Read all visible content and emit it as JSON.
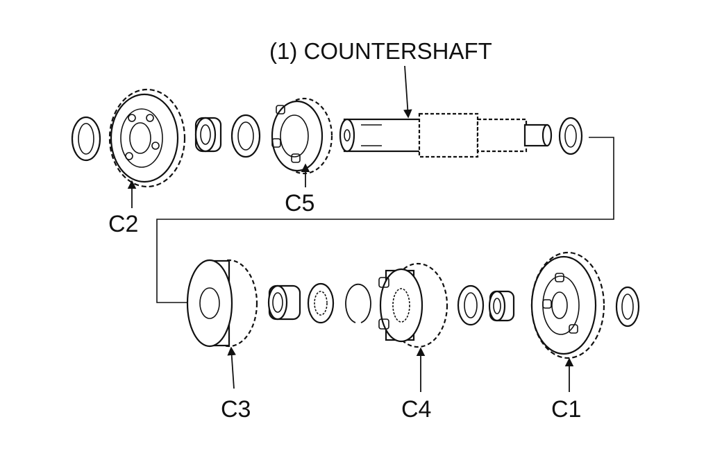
{
  "title": "(1) COUNTERSHAFT",
  "labels": {
    "c1": "C1",
    "c2": "C2",
    "c3": "C3",
    "c4": "C4",
    "c5": "C5"
  },
  "colors": {
    "ink": "#111111",
    "background": "#ffffff"
  }
}
